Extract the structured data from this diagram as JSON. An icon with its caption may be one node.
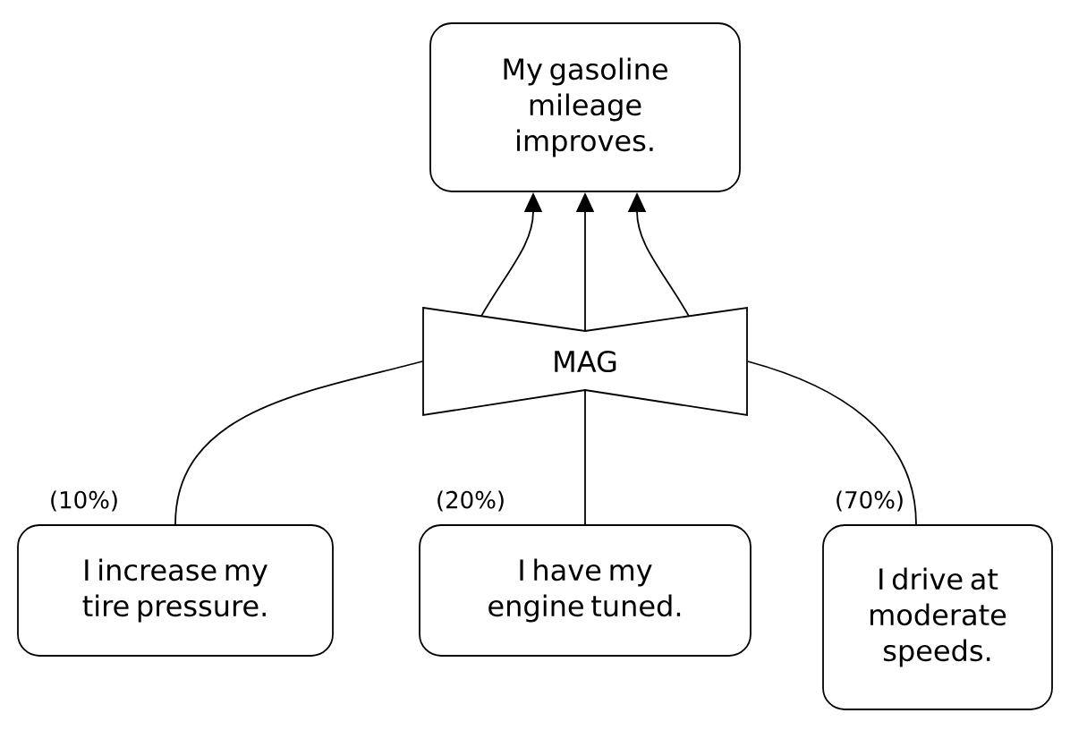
{
  "diagram": {
    "nodes": [
      {
        "text": [
          "My gasoline mileage improves."
        ]
      },
      {
        "text": [
          "MAG"
        ]
      },
      {
        "text": [
          "I increase my tire pressure."
        ]
      },
      {
        "text": [
          "I have my engine tuned."
        ]
      },
      {
        "text": [
          "I drive at moderate speeds."
        ]
      }
    ],
    "edges": [
      {
        "from": 2,
        "to": 1,
        "arrow": "none",
        "label": "(10%)"
      },
      {
        "from": 3,
        "to": 1,
        "arrow": "none",
        "label": "(20%)"
      },
      {
        "from": 4,
        "to": 1,
        "arrow": "none",
        "label": "(70%)"
      },
      {
        "from": 1,
        "to": 0,
        "arrow": "to"
      },
      {
        "from": 1,
        "to": 0,
        "arrow": "to"
      },
      {
        "from": 1,
        "to": 0,
        "arrow": "to"
      }
    ]
  }
}
